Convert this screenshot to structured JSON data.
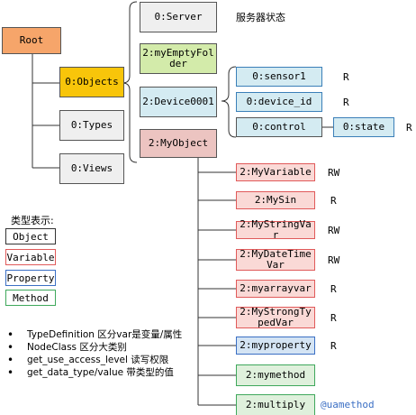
{
  "nodes": {
    "root": "Root",
    "objects": "0:Objects",
    "types": "0:Types",
    "views": "0:Views",
    "server": "0:Server",
    "my_empty_folder": "2:myEmptyFolder",
    "device0001": "2:Device0001",
    "my_object": "2:MyObject",
    "sensor1": "0:sensor1",
    "device_id": "0:device_id",
    "control": "0:control",
    "state": "0:state",
    "my_variable": "2:MyVariable",
    "my_sin": "2:MySin",
    "my_string_var": "2:MyStringVar",
    "my_date_time_var": "2:MyDateTimeVar",
    "my_array_var": "2:myarrayvar",
    "my_strong_typed_var": "2:MyStrongTypedVar",
    "my_property": "2:myproperty",
    "my_method": "2:mymethod",
    "multiply": "2:multiply"
  },
  "access_labels": {
    "sensor1": "R",
    "device_id": "R",
    "state": "R",
    "my_variable": "RW",
    "my_sin": "R",
    "my_string_var": "RW",
    "my_date_time_var": "RW",
    "my_array_var": "R",
    "my_strong_typed_var": "R",
    "my_property": "R"
  },
  "annotations": {
    "server_note": "服务器状态",
    "uamethod": "@uamethod"
  },
  "legend": {
    "title": "类型表示:",
    "items": [
      "Object",
      "Variable",
      "Property",
      "Method"
    ]
  },
  "notes": [
    "TypeDefinition 区分var是变量/属性",
    "NodeClass 区分大类别",
    "get_use_access_level 读写权限",
    "get_data_type/value 带类型的值"
  ],
  "colors": {
    "root": "#f6a56a",
    "objects": "#f8c50a",
    "object_gray": "#efefef",
    "folder_green": "#d3ebaa",
    "device_blue": "#d4ebf2",
    "myobject_pink": "#ecc4c1",
    "variable_border": "#e05a5a",
    "property_border": "#3b6fc4",
    "method_border": "#3fa85c"
  }
}
